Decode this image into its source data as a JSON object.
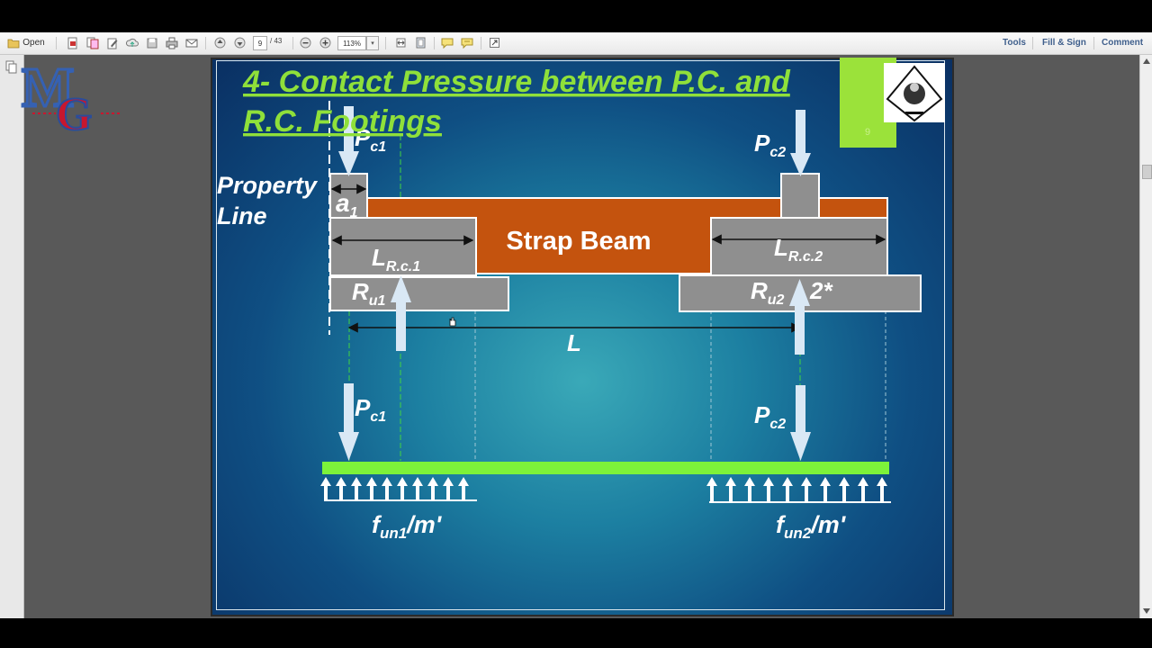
{
  "toolbar": {
    "open_label": "Open",
    "page_current": "9",
    "page_total": "/ 43",
    "zoom_level": "113%",
    "tools_label": "Tools",
    "fill_sign_label": "Fill & Sign",
    "comment_label": "Comment"
  },
  "watermark": {
    "text": "MG"
  },
  "slide": {
    "title_line1": "4- Contact Pressure between P.C. and",
    "title_line2": "R.C. Footings",
    "slide_number": "9",
    "property_line_1": "Property",
    "property_line_2": "Line",
    "strap_beam": "Strap Beam",
    "load1_base": "P",
    "load1_sub": "c1",
    "load2_base": "P",
    "load2_sub": "c2",
    "a1_base": "a",
    "a1_sub": "1",
    "lrc1_base": "L",
    "lrc1_sub": "R.c.1",
    "lrc2_base": "L",
    "lrc2_sub": "R.c.2",
    "ru1_base": "R",
    "ru1_sub": "u1",
    "ru2_base": "R",
    "ru2_sub": "u2",
    "ru2_factor": "2*",
    "span_label": "L",
    "f1_base": "f",
    "f1_sub": "un1",
    "f1_tail": "/m'",
    "f2_base": "f",
    "f2_sub": "un2",
    "f2_tail": "/m'"
  },
  "colors": {
    "title_green": "#8fe03a",
    "strap_orange": "#c4530e",
    "footing_gray": "#8f8f8f",
    "load_arrow": "#d9e8f5",
    "slab_green": "#7df23a"
  }
}
